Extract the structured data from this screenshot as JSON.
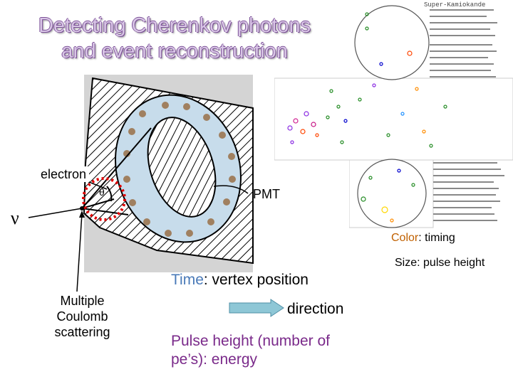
{
  "title_line1": "Detecting Cherenkov photons",
  "title_line2": "and event reconstruction",
  "labels": {
    "electron": "electron",
    "theta": "θ",
    "pmt": "PMT",
    "nu": "ν",
    "mcs_line1": "Multiple",
    "mcs_line2": "Coulomb",
    "mcs_line3": "scattering"
  },
  "legend": {
    "color_word": "Color",
    "color_rest": ": timing",
    "size": "Size: pulse height"
  },
  "reconstruction": {
    "time_word": "Time",
    "time_rest": ": vertex position",
    "direction": "direction",
    "pulse_line1": "Pulse height (number of",
    "pulse_line2": "pe’s): energy"
  },
  "event_display_header": "Super-Kamiokande",
  "colors": {
    "title_fill": "#d9c6e6",
    "title_outline": "#7a4f96",
    "timing_word": "#c06000",
    "time_word": "#4a7ab8",
    "pulse_text": "#7a2a8a",
    "ring_fill": "#c7dceb",
    "pmt_dot": "#a08060",
    "arrow_fill": "#8ec7d6",
    "marker_red": "#e00000"
  }
}
